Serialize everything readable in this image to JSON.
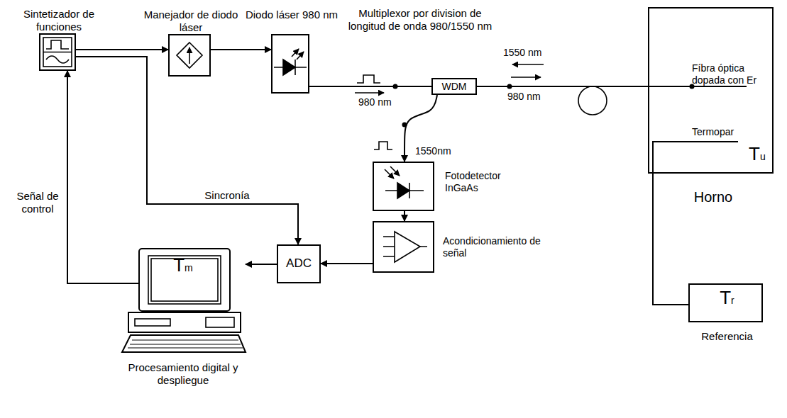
{
  "diagram": {
    "nodes": [
      {
        "text": [
          "Sintetizador de funciones"
        ]
      },
      {
        "text": [
          "Manejador de diodo láser"
        ]
      },
      {
        "text": [
          "Diodo láser 980 nm"
        ]
      },
      {
        "text": [
          "Multiplexor por division de longitud de onda 980/1550 nm",
          "WDM"
        ]
      },
      {
        "text": [
          "Fíbra óptica dopada con Er",
          "Termopar",
          "Tu",
          "Horno"
        ]
      },
      {
        "text": [
          "Fotodetector InGaAs"
        ]
      },
      {
        "text": [
          "Acondicionamiento de señal"
        ]
      },
      {
        "text": [
          "ADC"
        ]
      },
      {
        "text": [
          "Tm",
          "Procesamiento digital y despliegue"
        ]
      },
      {
        "text": [
          "Tr",
          "Referencia"
        ]
      }
    ],
    "edges": [
      {
        "from": 0,
        "to": 1,
        "arrow": "to"
      },
      {
        "from": 1,
        "to": 2,
        "arrow": "to"
      },
      {
        "from": 2,
        "to": 3,
        "arrow": "none"
      },
      {
        "from": 3,
        "to": 4,
        "arrow": "none"
      },
      {
        "from": 3,
        "to": 5,
        "arrow": "to"
      },
      {
        "from": 5,
        "to": 6,
        "arrow": "to"
      },
      {
        "from": 6,
        "to": 7,
        "arrow": "to"
      },
      {
        "from": 0,
        "to": 7,
        "label": "Sincronía",
        "arrow": "to"
      },
      {
        "from": 7,
        "to": 8,
        "arrow": "to"
      },
      {
        "from": 8,
        "to": 0,
        "label": "Señal de control",
        "arrow": "to"
      },
      {
        "from": 4,
        "to": 9,
        "arrow": "none"
      }
    ],
    "labels": [
      "980 nm",
      "1550 nm",
      "980 nm",
      "1550nm"
    ]
  }
}
